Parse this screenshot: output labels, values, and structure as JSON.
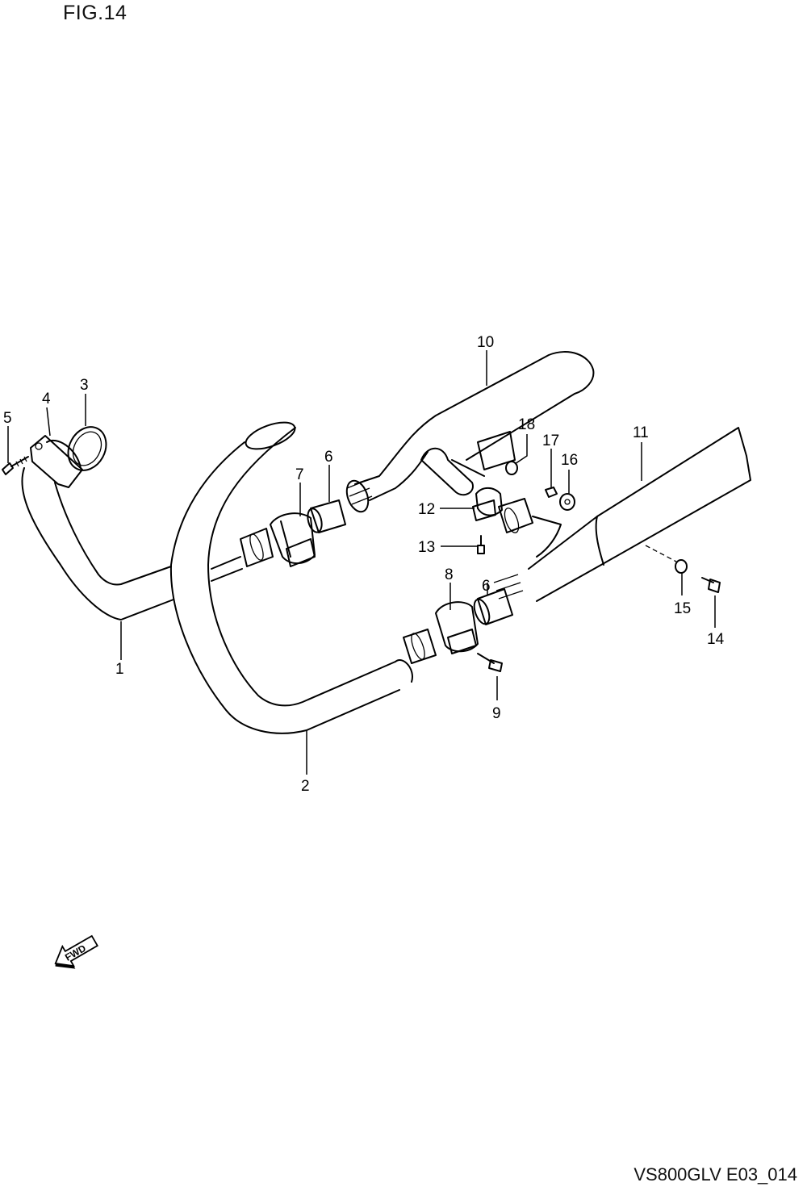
{
  "figure": {
    "title": "FIG.14",
    "code": "VS800GLV E03_014",
    "fwd_label": "FWD"
  },
  "callouts": [
    "1",
    "2",
    "3",
    "4",
    "5",
    "6",
    "6",
    "7",
    "8",
    "9",
    "10",
    "11",
    "12",
    "13",
    "14",
    "15",
    "16",
    "17",
    "18"
  ]
}
